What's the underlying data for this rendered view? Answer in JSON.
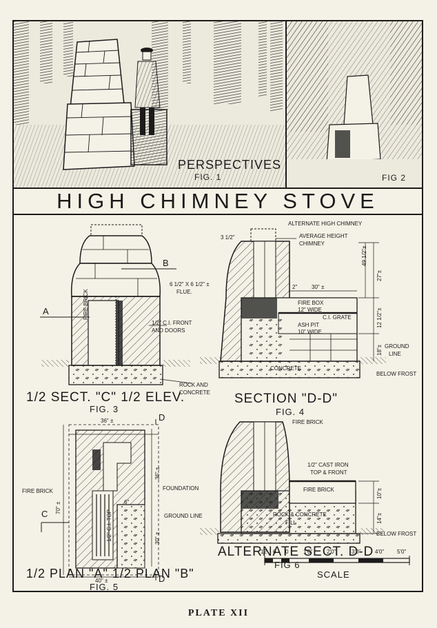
{
  "plate_title": "HIGH CHIMNEY STOVE",
  "plate_caption": "PLATE XII",
  "perspectives": {
    "heading": "PERSPECTIVES",
    "fig1": "FIG. 1",
    "fig2": "FIG 2"
  },
  "fig3": {
    "caption": "1/2 SECT. \"C\" 1/2 ELEV.",
    "fig": "FIG. 3",
    "section_a": "A",
    "section_b": "B",
    "fire_brick": "FIRE BRICK",
    "ci_front": "1/2\" C.I. FRONT",
    "and_doors": "AND DOORS",
    "flue": "6 1/2\" X 6 1/2\" ±",
    "flue2": "FLUE.",
    "rock": "ROCK AND",
    "concrete": "CONCRETE"
  },
  "fig4": {
    "caption": "SECTION \"D-D\"",
    "fig": "FIG. 4",
    "alt_chimney": "ALTERNATE HIGH CHIMNEY",
    "avg_height": "AVERAGE HEIGHT",
    "chimney": "CHIMNEY",
    "fire_box": "FIRE BOX",
    "fire_box_w": "12\" WIDE",
    "ci_grate": "C.I. GRATE",
    "ash_pit": "ASH PIT",
    "ash_pit_w": "10\" WIDE",
    "ground": "GROUND",
    "line": "LINE",
    "concrete": "CONCRETE",
    "below_frost": "BELOW FROST",
    "dim_30": "30\" ±",
    "dim_2": "2\"",
    "dim_3half": "3 1/2\"",
    "dim_49": "49 1/2\"±",
    "dim_27": "27\"±",
    "dim_12": "12 1/2\"±",
    "dim_18": "18\"±"
  },
  "fig5": {
    "caption": "1/2 PLAN \"A\" 1/2 PLAN \"B\"",
    "fig": "FIG. 5",
    "section_c": "C",
    "section_d_top": "D",
    "section_d_bot": "D",
    "fire_brick": "FIRE BRICK",
    "foundation": "FOUNDATION",
    "ground_line": "GROUND LINE",
    "ci_top": "1/2\" C.I. TOP",
    "dim_36w": "36\" ±",
    "dim_70": "70\" ±",
    "dim_36h": "36\" ±",
    "dim_30": "30\" ±",
    "dim_40": "40\" ±",
    "dim_6": "6\""
  },
  "fig6": {
    "caption": "ALTERNATE SECT. D-D",
    "fig": "FIG 6",
    "fire_brick_top": "FIRE BRICK",
    "cast_iron": "1/2\" CAST IRON",
    "top_front": "TOP & FRONT",
    "fire_brick_inner": "FIRE BRICK",
    "rock_concrete": "ROCK & CONCRETE",
    "fill": "FILL",
    "below_frost": "BELOW FROST",
    "dim_10": "10\"±",
    "dim_14": "14\"±"
  },
  "scale": {
    "label": "SCALE",
    "ticks": [
      "12",
      "6",
      "0",
      "1'0\"",
      "2'0\"",
      "3'0\"",
      "4'0\"",
      "5'0\""
    ]
  },
  "colors": {
    "ink": "#1b1b1b",
    "paper": "#f4f1e6"
  }
}
